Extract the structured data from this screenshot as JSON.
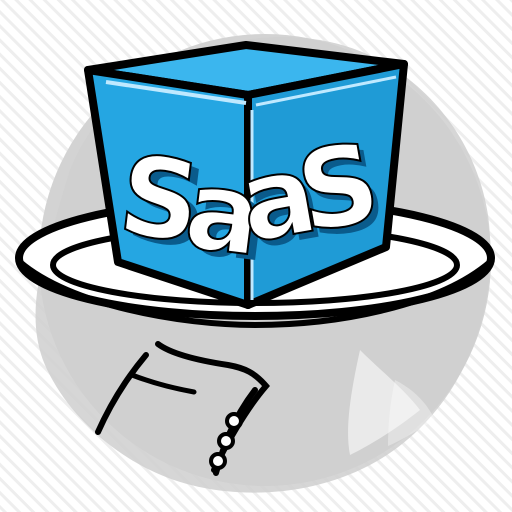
{
  "icon": {
    "name": "saas-served-on-tray-icon",
    "letters": {
      "front_1": "S",
      "front_2": "a",
      "side_1": "a",
      "side_2": "S"
    },
    "colors": {
      "background": "#ffffff",
      "stripe": "#eeeeee",
      "circle": "#d3d3d3",
      "cube_front": "#25a6e2",
      "cube_side": "#1f9bd6",
      "cube_top": "#3bb6ee",
      "highlight": "#bfe9ff",
      "outline": "#000000",
      "letter_fill": "#ffffff",
      "letter_shadow": "#0a5b8c"
    }
  }
}
